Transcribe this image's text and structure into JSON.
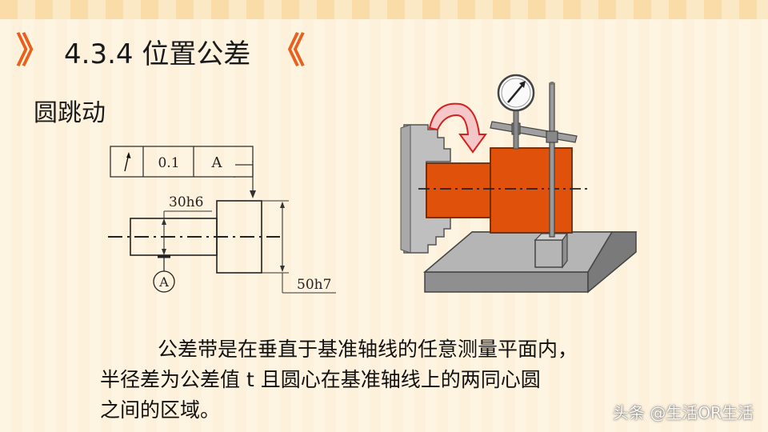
{
  "header": {
    "title": "4.3.4 位置公差",
    "chevron_left": "》",
    "chevron_right": "《",
    "accent_color": "#e8601c"
  },
  "section": {
    "subtitle": "圆跳动"
  },
  "drawing": {
    "frame": {
      "symbol_icon": "circular-runout-arrow-icon",
      "tolerance": "0.1",
      "datum": "A"
    },
    "dimension_small": "30h6",
    "dimension_large": "50h7",
    "datum_label": "A"
  },
  "illustration": {
    "workpiece_color": "#e0520b",
    "rotation_arrow_color": "#d42020",
    "dial_icon": "dial-indicator-icon"
  },
  "body": {
    "line1": "公差带是在垂直于基准轴线的任意测量平面内，",
    "line2": "半径差为公差值 t 且圆心在基准轴线上的两同心圆",
    "line3": "之间的区域。"
  },
  "watermark": "头条 @生活OR生活"
}
